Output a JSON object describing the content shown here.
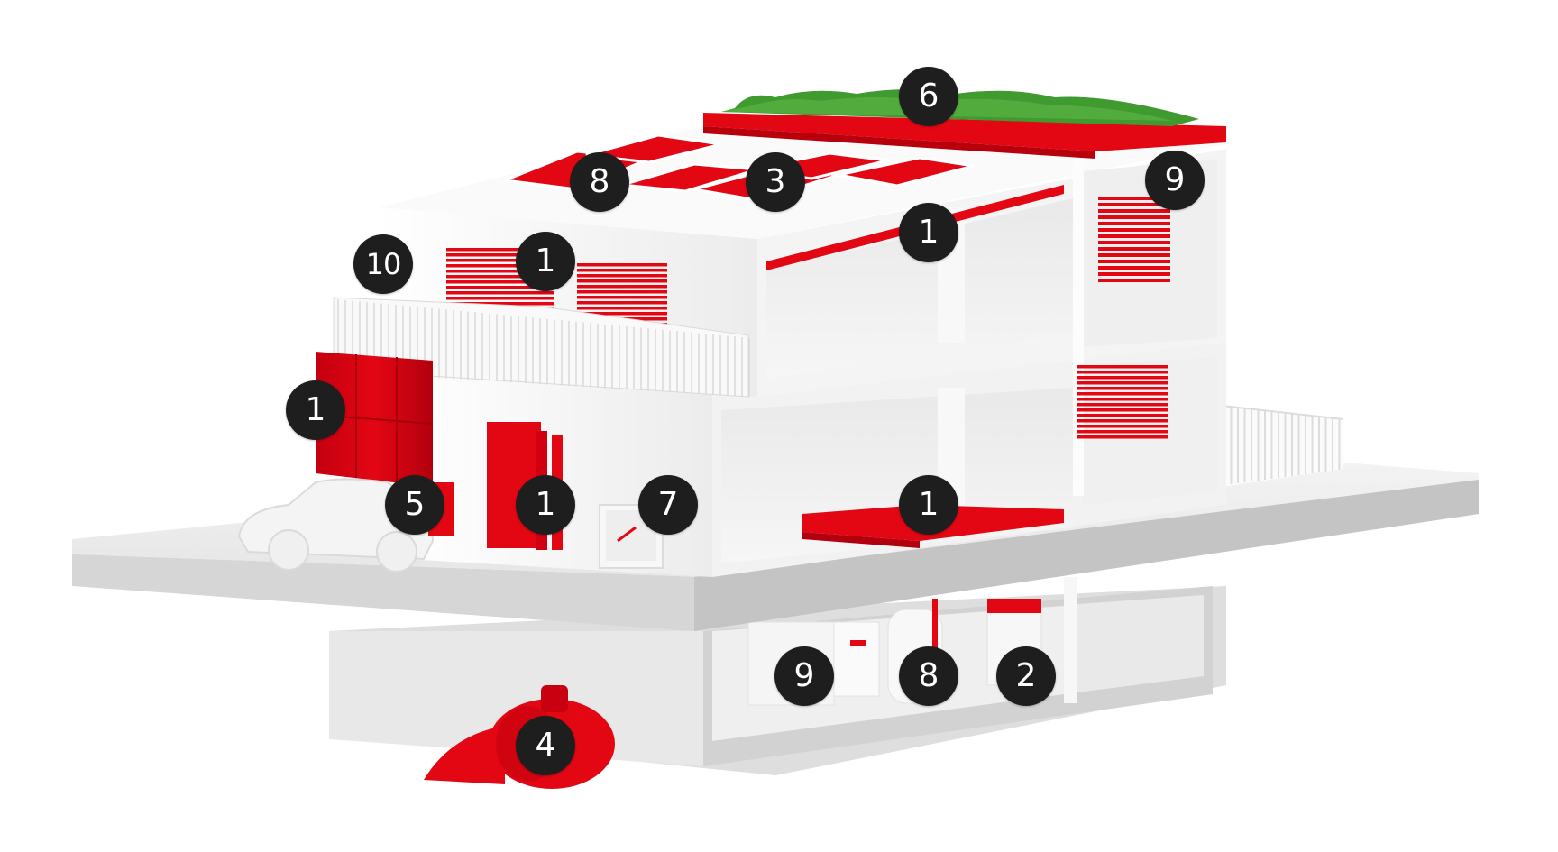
{
  "colors": {
    "accent": "#e30613",
    "marker_bg": "#1e1e1e",
    "marker_text": "#ffffff",
    "grass": "#3f9a2f",
    "structure": "#f3f3f3",
    "shadow": "#d4d4d4"
  },
  "markers": [
    {
      "label": "6"
    },
    {
      "label": "8"
    },
    {
      "label": "3"
    },
    {
      "label": "9"
    },
    {
      "label": "1"
    },
    {
      "label": "10"
    },
    {
      "label": "1"
    },
    {
      "label": "1"
    },
    {
      "label": "5"
    },
    {
      "label": "1"
    },
    {
      "label": "7"
    },
    {
      "label": "1"
    },
    {
      "label": "9"
    },
    {
      "label": "8"
    },
    {
      "label": "2"
    },
    {
      "label": "4"
    }
  ]
}
